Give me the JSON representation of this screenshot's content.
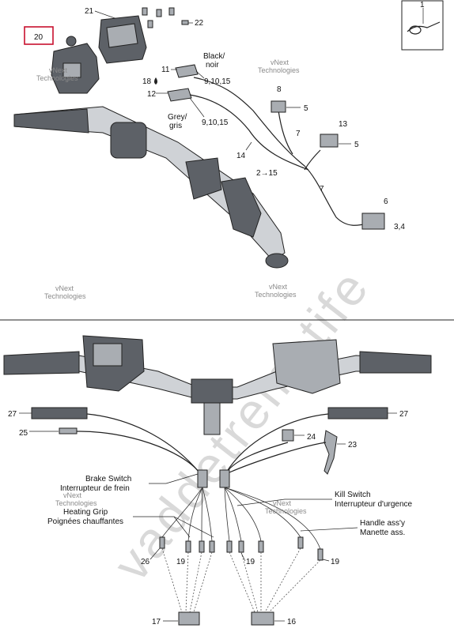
{
  "watermark": {
    "big_text": "vaddetremetife",
    "small_text_line1": "vNext",
    "small_text_line2": "Technologies",
    "small_text_full": "vNext Technologies",
    "color": "#d9d9d9"
  },
  "highlight": {
    "label": "20",
    "border_color": "#c8102e"
  },
  "top_labels": {
    "p1": "1",
    "p21": "21",
    "p22": "22",
    "black_fr": "Black/",
    "black_en": "noir",
    "p11": "11",
    "p18": "18",
    "p9_10_15_a": "9,10,15",
    "p12": "12",
    "grey_en": "Grey/",
    "grey_fr": "gris",
    "p9_10_15_b": "9,10,15",
    "p8": "8",
    "p5a": "5",
    "p13": "13",
    "p5b": "5",
    "p7a": "7",
    "p14": "14",
    "p2_15": "2→15",
    "p7b": "7",
    "p6": "6",
    "p3_4": "3,4"
  },
  "bottom_labels": {
    "p27l": "27",
    "p27r": "27",
    "p25": "25",
    "p24": "24",
    "p23": "23",
    "brake_en": "Brake Switch",
    "brake_fr": "Interrupteur de frein",
    "heat_en": "Heating Grip",
    "heat_fr": "Poignées chauffantes",
    "kill_en": "Kill Switch",
    "kill_fr": "Interrupteur d'urgence",
    "handle_en": "Handle ass'y",
    "handle_fr": "Manette ass.",
    "p26": "26",
    "p19a": "19",
    "p19b": "19",
    "p19c": "19",
    "p17": "17",
    "p16": "16"
  }
}
